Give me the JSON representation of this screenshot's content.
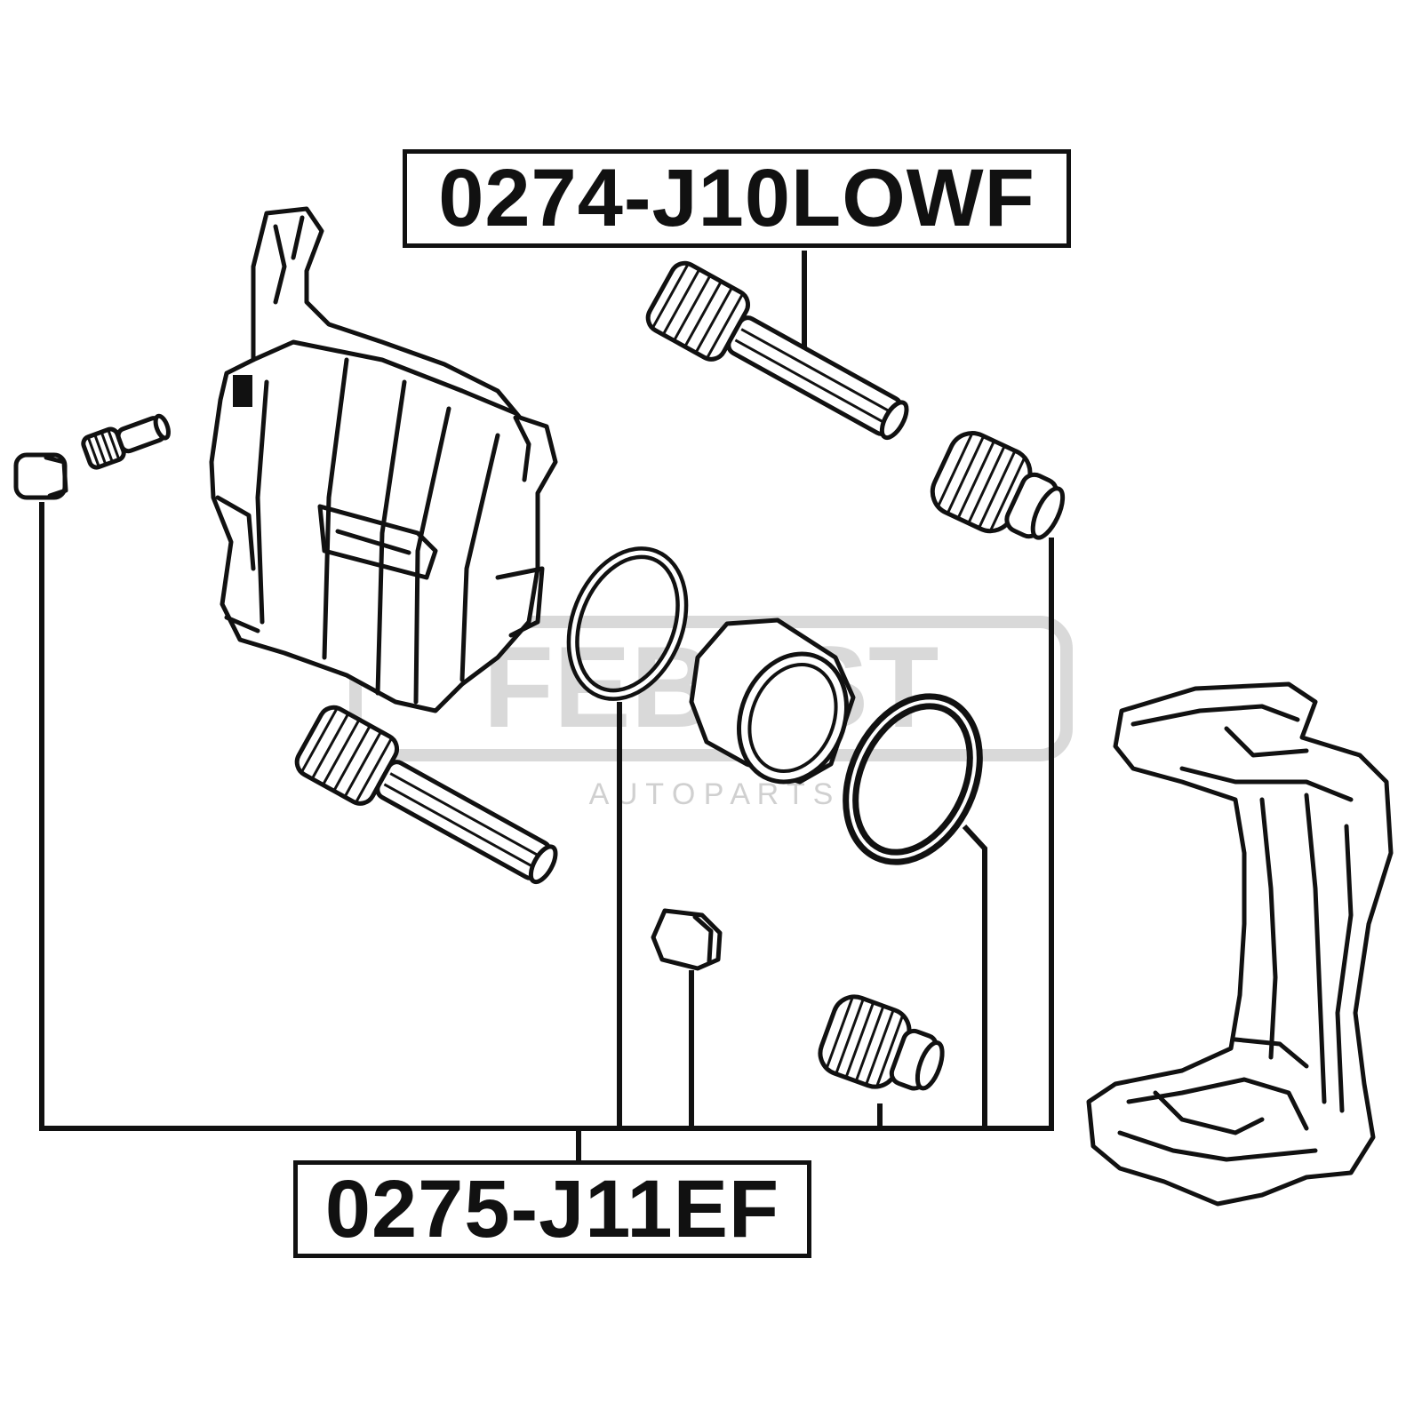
{
  "watermark": {
    "brand": "FEBEST",
    "tagline": "A U T O   P A R T S"
  },
  "labels": {
    "top": "0274-J10LOWF",
    "bottom": "0275-J11EF"
  },
  "colors": {
    "ink": "#111111",
    "watermark": "#d9d9d9",
    "background": "#ffffff"
  }
}
